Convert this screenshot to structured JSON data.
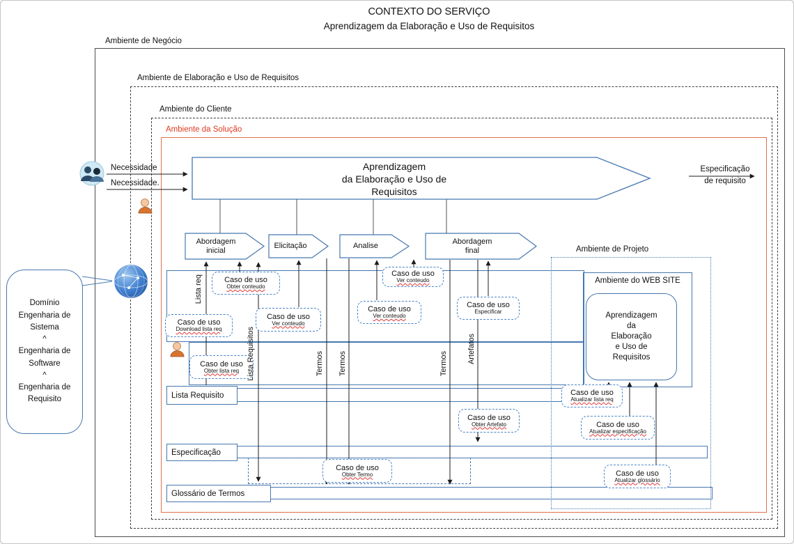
{
  "title": {
    "line1": "CONTEXTO DO SERVIÇO",
    "line2": "Aprendizagem da Elaboração e Uso de Requisitos"
  },
  "environments": {
    "negocio": "Ambiente de Negócio",
    "elaboracao": "Ambiente de Elaboração e Uso de Requisitos",
    "cliente": "Ambiente do Cliente",
    "solucao": "Ambiente da Solução",
    "projeto": "Ambiente de Projeto",
    "website": "Ambiente do WEB SITE"
  },
  "actors": {
    "need1": "Necessidade",
    "need2": "Necessidade."
  },
  "output_label": "Especificação\nde requisito",
  "main_process": "Aprendizagem\nda Elaboração e Uso de\nRequisitos",
  "phases": [
    "Abordagem\ninicial",
    "Elicitação",
    "Analise",
    "Abordagem\nfinal"
  ],
  "website_process": "Aprendizagem\nda\nElaboração\ne Uso de\nRequisitos",
  "use_cases": [
    {
      "title": "Caso de uso",
      "subtitle": "Obter conteudo"
    },
    {
      "title": "Caso de uso",
      "subtitle": "Ver conteudo"
    },
    {
      "title": "Caso de uso",
      "subtitle": "Download lista req"
    },
    {
      "title": "Caso de uso",
      "subtitle": "Ver conteudo"
    },
    {
      "title": "Caso de uso",
      "subtitle": "Ver conteudo"
    },
    {
      "title": "Caso de uso",
      "subtitle": "Especificar"
    },
    {
      "title": "Caso de uso",
      "subtitle": "Obter lista req"
    },
    {
      "title": "Caso de uso",
      "subtitle": "Atualizar lista req"
    },
    {
      "title": "Caso de uso",
      "subtitle": "Obter Artefato"
    },
    {
      "title": "Caso de uso",
      "subtitle": "Atualizar especificação"
    },
    {
      "title": "Caso de uso",
      "subtitle": "Obter Termo"
    },
    {
      "title": "Caso de uso",
      "subtitle": "Atualizar glossário"
    }
  ],
  "data_stores": [
    "Lista Requisito",
    "Especificação",
    "Glossário de Termos"
  ],
  "flow_labels": [
    "Lista req",
    "Lista Requisitos",
    "Termos",
    "Termos",
    "Termos",
    "Artefatos"
  ],
  "domain_bubble": "Domínio\nEngenharia de\nSistema\n^\nEngenharia de\nSoftware\n^\nEngenharia de\nRequisito",
  "icons": {
    "stakeholders": "two-people-icon",
    "business_user": "person-icon",
    "client_user": "person-icon",
    "web": "globe-network-icon"
  },
  "colors": {
    "diagram_blue": "#4577b0",
    "solution_red": "#e04a2f",
    "flow_black": "#1c1c1c"
  }
}
